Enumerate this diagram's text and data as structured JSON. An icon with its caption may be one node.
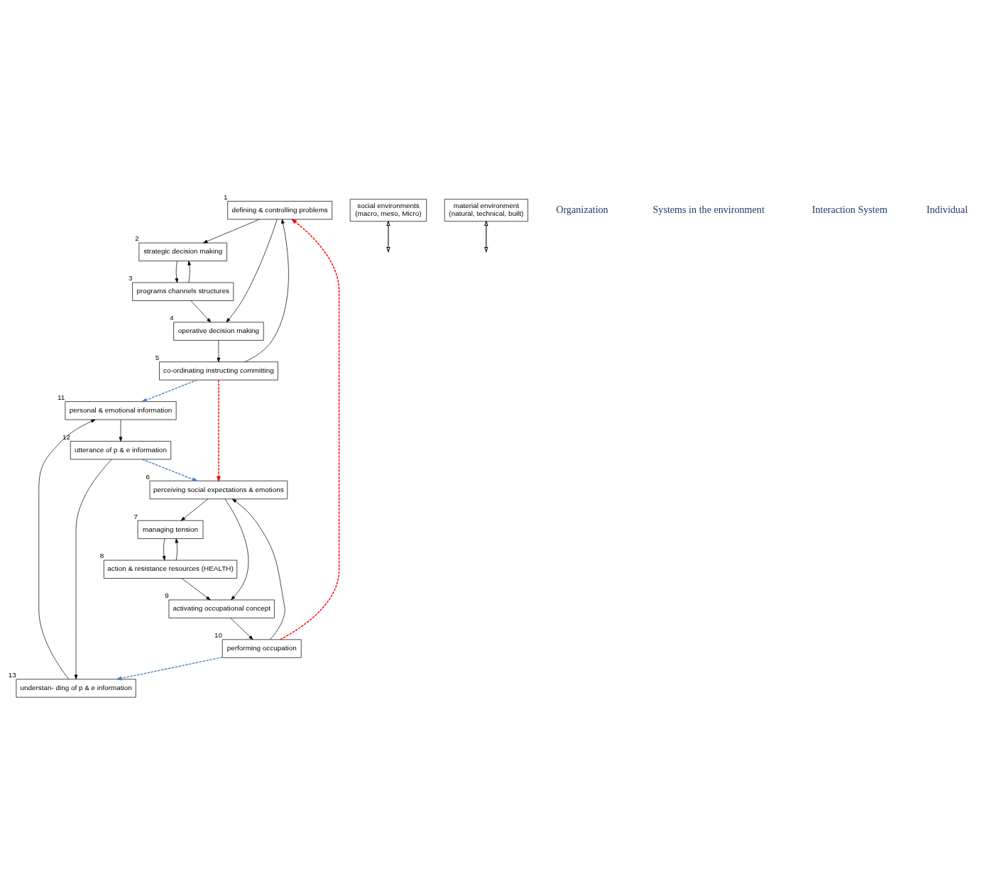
{
  "diagram": {
    "nodes": [
      {
        "text": [
          "defining & controlling problems"
        ],
        "beside": [
          "1"
        ]
      },
      {
        "text": [
          "strategic decision making"
        ],
        "beside": [
          "2"
        ]
      },
      {
        "text": [
          "programs channels structures"
        ],
        "beside": [
          "3"
        ]
      },
      {
        "text": [
          "operative decision making"
        ],
        "beside": [
          "4"
        ]
      },
      {
        "text": [
          "co-ordinating instructing committing"
        ],
        "beside": [
          "5"
        ]
      },
      {
        "text": [
          "perceiving social expectations & emotions"
        ],
        "beside": [
          "6"
        ]
      },
      {
        "text": [
          "managing tension"
        ],
        "beside": [
          "7"
        ]
      },
      {
        "text": [
          "action & resistance resources (HEALTH)"
        ],
        "beside": [
          "8"
        ]
      },
      {
        "text": [
          "activating occupational concept"
        ],
        "beside": [
          "9"
        ]
      },
      {
        "text": [
          "performing occupation"
        ],
        "beside": [
          "10"
        ]
      },
      {
        "text": [
          "personal & emotional information"
        ],
        "beside": [
          "11"
        ]
      },
      {
        "text": [
          "utterance of p & e information"
        ],
        "beside": [
          "12"
        ]
      },
      {
        "text": [
          "understan- ding of p & e information"
        ],
        "beside": [
          "13"
        ]
      },
      {
        "text": [
          "social environments",
          "(macro, meso, Micro)"
        ]
      },
      {
        "text": [
          "material environment",
          "(natural, technical, built)"
        ]
      }
    ],
    "edges": [
      {
        "from": 0,
        "to": 3,
        "arrow": "to"
      },
      {
        "from": 0,
        "to": 1,
        "arrow": "to"
      },
      {
        "from": 2,
        "to": 3,
        "arrow": "to"
      },
      {
        "from": 2,
        "to": 1,
        "arrow": "to"
      },
      {
        "from": 1,
        "to": 2,
        "arrow": "to"
      },
      {
        "from": 3,
        "to": 4,
        "arrow": "to"
      },
      {
        "from": 4,
        "to": 0,
        "arrow": "to"
      },
      {
        "from": 4,
        "to": 10,
        "arrow": "to",
        "style": "dashed",
        "color": "#4f81bd"
      },
      {
        "from": 4,
        "to": 5,
        "arrow": "to",
        "style": "dashed",
        "color": "#ff0000"
      },
      {
        "from": 10,
        "to": 11,
        "arrow": "to"
      },
      {
        "from": 11,
        "to": 12,
        "arrow": "to"
      },
      {
        "from": 12,
        "to": 10,
        "arrow": "to"
      },
      {
        "from": 11,
        "to": 5,
        "arrow": "to",
        "style": "dashed",
        "color": "#4f81bd"
      },
      {
        "from": 9,
        "to": 0,
        "arrow": "to",
        "style": "dashed",
        "color": "#ff0000"
      },
      {
        "from": 9,
        "to": 12,
        "arrow": "to",
        "style": "dashed",
        "color": "#4f81bd"
      },
      {
        "from": 9,
        "to": 5,
        "arrow": "to"
      },
      {
        "from": 8,
        "to": 9,
        "arrow": "to"
      },
      {
        "from": 7,
        "to": 8,
        "arrow": "to"
      },
      {
        "from": 7,
        "to": 6,
        "arrow": "to"
      },
      {
        "from": 6,
        "to": 7,
        "arrow": "to"
      },
      {
        "from": 5,
        "to": 8,
        "arrow": "to"
      },
      {
        "from": 5,
        "to": 6,
        "arrow": "to"
      },
      {
        "from": 13,
        "to": null,
        "arrow": "both"
      },
      {
        "from": 14,
        "to": null,
        "arrow": "both"
      }
    ],
    "labels": [
      "Organization",
      "Systems in the environment",
      "Interaction System",
      "Individual"
    ]
  }
}
